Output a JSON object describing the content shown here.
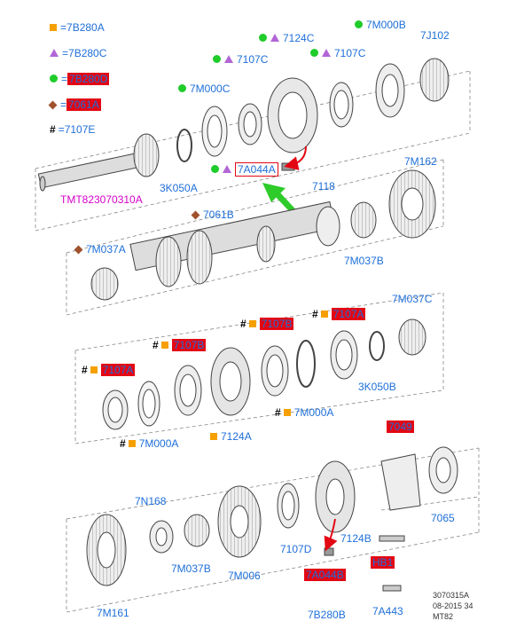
{
  "legend": [
    {
      "symbol": "square",
      "code": "7B280A",
      "highlight": false
    },
    {
      "symbol": "triangle",
      "code": "7B280C",
      "highlight": false
    },
    {
      "symbol": "circle",
      "code": "7B280D",
      "highlight": true
    },
    {
      "symbol": "diamond",
      "code": "7061A",
      "highlight": true
    },
    {
      "symbol": "hash",
      "code": "7107E",
      "highlight": false
    }
  ],
  "colors": {
    "label": "#1E6FD9",
    "highlight": "#E30613",
    "square": "#F5A000",
    "triangle": "#B266D6",
    "circle": "#1FCC2A",
    "diamond": "#A0522D",
    "magenta": "#D400C8",
    "arrow_green": "#2ECC2A"
  },
  "labels": {
    "l7M000B": "7M000B",
    "l7J102": "7J102",
    "l7124C": "7124C",
    "l7107C_a": "7107C",
    "l7107C_b": "7107C",
    "l7M000C": "7M000C",
    "l3K050A": "3K050A",
    "lTMT": "TMT823070310A",
    "l7A044A": "7A044A",
    "l7118": "7118",
    "l7M162": "7M162",
    "l7061B": "7061B",
    "l7M037A": "7M037A",
    "l7M037B_a": "7M037B",
    "l7107B_a": "7107B",
    "l7107A_a": "7107A",
    "l7M037C": "7M037C",
    "l7107B_b": "7107B",
    "l7107A_b": "7107A",
    "l3K050B": "3K050B",
    "l7M000A_a": "7M000A",
    "l7124A": "7124A",
    "l7M000A_b": "7M000A",
    "l7049": "7049",
    "l7065": "7065",
    "l7N168": "7N168",
    "l7M037B_b": "7M037B",
    "l7M006": "7M006",
    "l7107D": "7107D",
    "l7124B": "7124B",
    "lHB1": "HB1",
    "l7A044B": "7A044B",
    "l7M161": "7M161",
    "l7B280B": "7B280B",
    "l7A443": "7A443"
  },
  "symbols": {
    "eq": "=",
    "hash": "#"
  },
  "footnote": {
    "line1": "3070315A",
    "line2": "08-2015 34",
    "line3": "MT82"
  }
}
